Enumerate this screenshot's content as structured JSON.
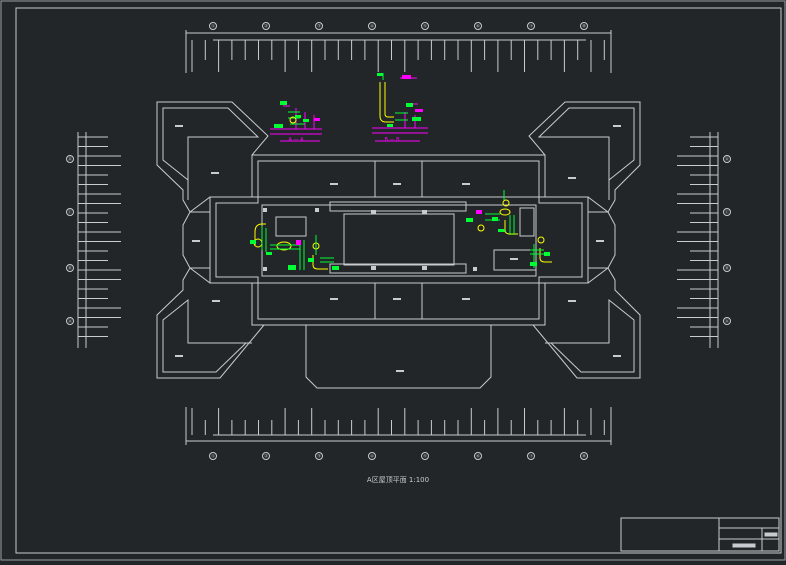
{
  "drawing": {
    "title": "A区屋顶平面 1:100"
  },
  "grid": {
    "columns_top": [
      "①",
      "②",
      "③",
      "④",
      "⑤",
      "⑥",
      "⑦",
      "⑧"
    ],
    "columns_bottom": [
      "①",
      "②",
      "③",
      "④",
      "⑤",
      "⑥",
      "⑦",
      "⑧"
    ],
    "rows_left": [
      "Ⓓ",
      "Ⓒ",
      "Ⓑ",
      "Ⓐ"
    ],
    "rows_right": [
      "Ⓓ",
      "Ⓒ",
      "Ⓑ",
      "Ⓐ"
    ]
  },
  "sections": {
    "section_a_label": "A — A",
    "section_b_label": "B — B"
  },
  "colors": {
    "background": "#222629",
    "line": "#c8ccd0",
    "green": "#00ff33",
    "magenta": "#ff00ff",
    "yellow": "#ffff00"
  }
}
